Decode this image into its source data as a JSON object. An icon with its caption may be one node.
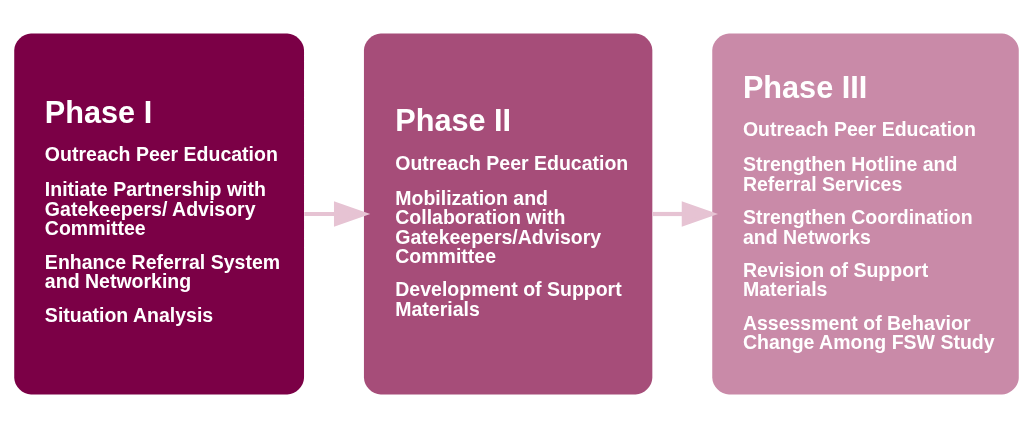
{
  "diagram": {
    "nodes": [
      {
        "text": [
          "Phase I",
          "Outreach Peer Education",
          "Initiate Partnership with Gatekeepers/ Advisory Committee",
          "Enhance Referral System and Networking",
          "Situation Analysis"
        ]
      },
      {
        "text": [
          "Phase II",
          "Outreach Peer Education",
          "Mobilization and Collaboration with Gatekeepers/Advisory Committee",
          "Development of Support Materials"
        ]
      },
      {
        "text": [
          "Phase III",
          "Outreach Peer Education",
          "Strengthen Hotline and Referral Services",
          "Strengthen Coordination and Networks",
          "Revision of Support Materials",
          "Assessment of Behavior Change Among FSW Study"
        ]
      }
    ],
    "edges": [
      {
        "from": 0,
        "to": 1,
        "arrow": "to"
      },
      {
        "from": 1,
        "to": 2,
        "arrow": "to"
      }
    ]
  }
}
